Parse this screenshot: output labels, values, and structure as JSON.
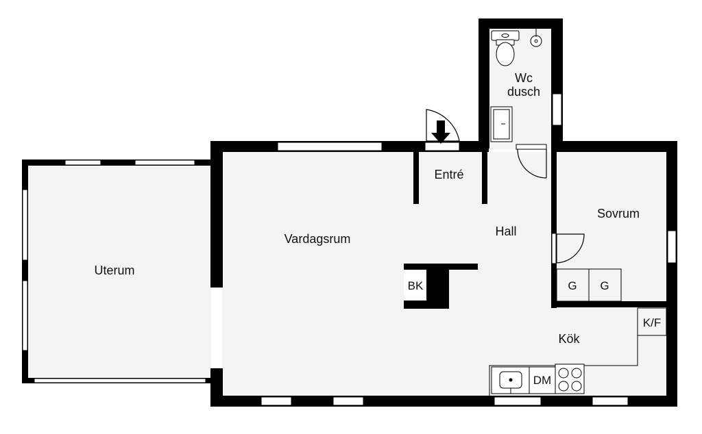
{
  "rooms": {
    "uterum": "Uterum",
    "vardagsrum": "Vardagsrum",
    "entre": "Entré",
    "hall": "Hall",
    "wc_line1": "Wc",
    "wc_line2": "dusch",
    "sovrum": "Sovrum",
    "kok": "Kök"
  },
  "fixtures": {
    "bk": "BK",
    "g1": "G",
    "g2": "G",
    "kf": "K/F",
    "dm": "DM"
  },
  "icons": {
    "entrance": "entrance-arrow-icon",
    "doors": "door-swing-icon",
    "toilet": "toilet-icon",
    "sink": "sink-icon",
    "shower": "shower-icon",
    "stove": "stove-icon"
  }
}
